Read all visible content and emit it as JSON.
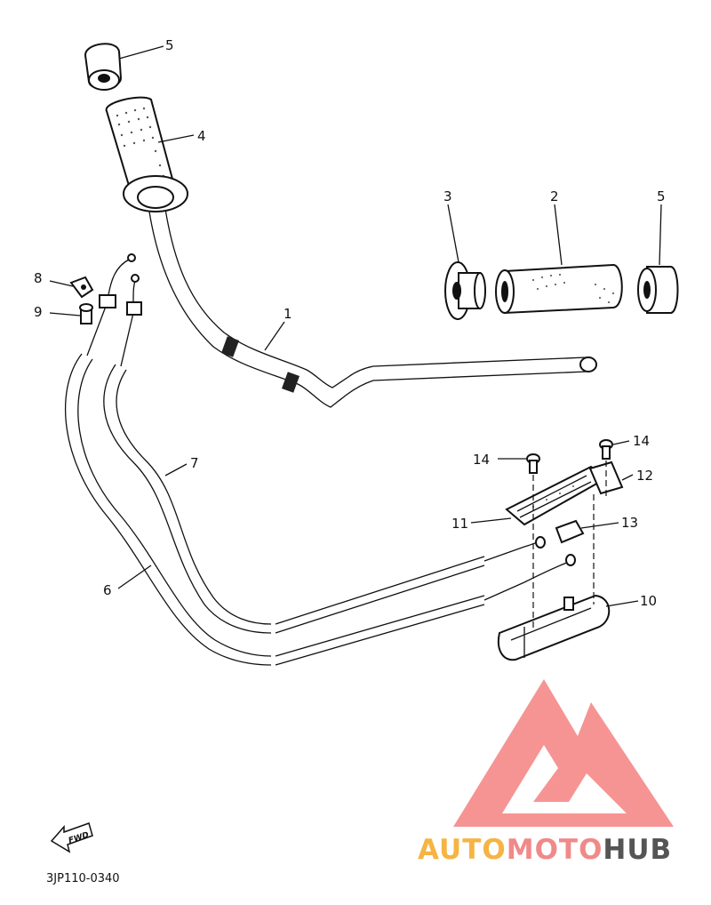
{
  "callouts": {
    "c1": "1",
    "c2": "2",
    "c3": "3",
    "c4": "4",
    "c5a": "5",
    "c5b": "5",
    "c6": "6",
    "c7": "7",
    "c8": "8",
    "c9": "9",
    "c10": "10",
    "c11": "11",
    "c12": "12",
    "c13": "13",
    "c14a": "14",
    "c14b": "14"
  },
  "fwd_label": "FWD",
  "diagram_code": "3JP110-0340",
  "watermark": {
    "text_part1": "AUTO",
    "text_part2": "MOTO",
    "text_part3": "HUB",
    "color1": "#f5b443",
    "color2": "#f08a8a",
    "color3": "#555555",
    "logo_color": "#f26b6b"
  }
}
